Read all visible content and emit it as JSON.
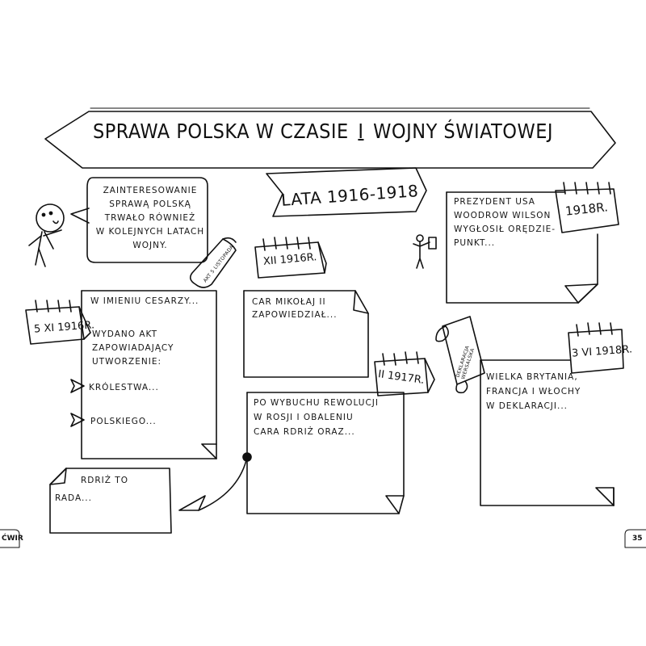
{
  "title": {
    "part1": "SPRAWA POLSKA W CZASIE",
    "roman": "I",
    "part2": "WOJNY ŚWIATOWEJ"
  },
  "subtitle": "LATA 1916-1918",
  "speech": "ZAINTERESOWANIE\nSPRAWĄ POLSKĄ\nTRWAŁO RÓWNIEŻ\nW KOLEJNYCH LATACH\nWOJNY.",
  "cards": {
    "usa": {
      "text": "PREZYDENT USA\nWOODROW WILSON\nWYGŁOSIŁ ORĘDZIE-\nPUNKT...",
      "date": "1918R."
    },
    "nicholas": {
      "text": "CAR MIKOŁAJ II\nZAPOWIEDZIAŁ...",
      "date": "XII 1916R."
    },
    "act": {
      "line1": "W IMIENIU CESARZY...",
      "line2": "WYDANO AKT\nZAPOWIADAJĄCY\nUTWORZENIE:",
      "bullet1": "KRÓLESTWA...",
      "bullet2": "POLSKIEGO...",
      "date": "5 XI 1916R."
    },
    "revolution": {
      "text": "PO WYBUCHU REWOLUCJI\nW ROSJI I OBALENIU\nCARA RDRIŻ ORAZ...",
      "date": "II 1917R."
    },
    "versailles": {
      "text": "WIELKA BRYTANIA,\nFRANCJA I WŁOCHY\nW DEKLARACJI...",
      "date": "3 VI 1918R."
    },
    "council": {
      "line1": "RDRIŻ TO",
      "line2": "RADA..."
    }
  },
  "scrolls": {
    "act_label": "AKT 5 LISTOPADA",
    "decl_label": "DEKLARACJA WERSALSKA"
  },
  "footer": {
    "left": "ĆWIR",
    "right": "35"
  }
}
